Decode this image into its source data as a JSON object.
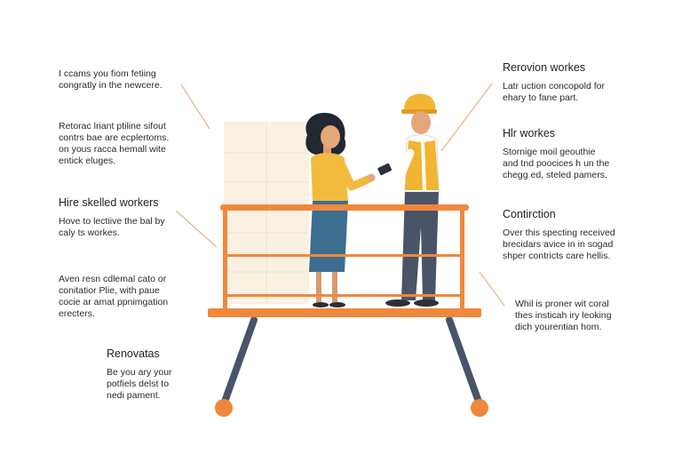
{
  "annotations": {
    "left": [
      {
        "title": "",
        "body": "I ccams you fiom fetiing\ncongratly in the newcere."
      },
      {
        "title": "",
        "body": "Retorac lriant ptiline sifout\ncontrs bae are ecplertoms.\non yous racca hemall wite\nentick eluges."
      },
      {
        "title": "Hire skelled workers",
        "body": "Hove to lectiive the bal by\ncaly ts workes."
      },
      {
        "title": "",
        "body": "Aven resn cdlemal cato or\nconitatior Plie, with paue\ncocie ar amat ppnimgation\nerecters."
      },
      {
        "title": "Renovatas",
        "body": "Be you ary your\npotfiels delst to\nnedi pament."
      }
    ],
    "right": [
      {
        "title": "Rerovion workes",
        "body": "Latr uction concopold for\nehary to fane part."
      },
      {
        "title": "Hlr workes",
        "body": "Stornige moil geouthie\nand tnd poocices h un the\nchegg ed, steled pamers."
      },
      {
        "title": "Contirction",
        "body": "Over this specting received\nbrecidars avice in in sogad\nshper contricts care hellis."
      },
      {
        "title": "",
        "body": "Whil is proner wit coral\nthes insticah iry leoking\ndich yourentian hom."
      }
    ]
  },
  "colors": {
    "orange": "#f0883c",
    "scaffold_leg": "#4a5468",
    "helmet": "#f2b631",
    "vest": "#f0b632",
    "woman_top": "#f2bb3d",
    "woman_skirt": "#3d6d8f",
    "leader_line": "#e3a27a",
    "wall": "#fbf1e2"
  }
}
